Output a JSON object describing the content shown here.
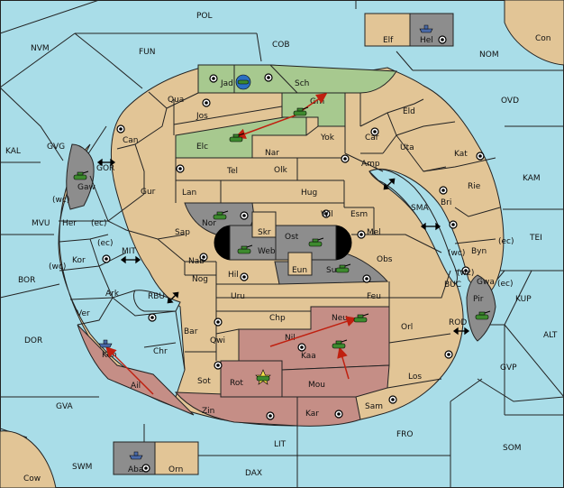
{
  "colors": {
    "sea": "#a9dde8",
    "neutral_land": "#e2c596",
    "green_power": "#a7c98f",
    "red_power": "#c58e86",
    "grey_power": "#8d8d8d",
    "army_green": "#3d8a2e",
    "fleet_blue": "#4a6aa8",
    "arrow_red": "#c02010"
  },
  "sea_labels": {
    "POL": "POL",
    "NVM": "NVM",
    "FUN": "FUN",
    "COB": "COB",
    "NOM": "NOM",
    "OVD": "OVD",
    "Con": "Con",
    "KAL": "KAL",
    "GVG": "GVG",
    "KAM": "KAM",
    "MVU": "MVU",
    "TEI": "TEI",
    "BOR": "BOR",
    "KUP": "KUP",
    "DOR": "DOR",
    "ALT": "ALT",
    "GVP": "GVP",
    "GVA": "GVA",
    "SOM": "SOM",
    "FRO": "FRO",
    "LIT": "LIT",
    "SWM": "SWM",
    "DAX": "DAX",
    "Cow": "Cow",
    "GOR": "GOR",
    "MIT": "MIT",
    "RBU": "RBU",
    "SMA": "SMA",
    "BUC": "BUC",
    "ROD": "ROD"
  },
  "land_labels": {
    "Elf": "Elf",
    "Hel": "Hel",
    "Jad": "Jad",
    "Sch": "Sch",
    "Grh": "Grh",
    "Qua": "Qua",
    "Jos": "Jos",
    "Can": "Can",
    "Elc": "Elc",
    "Nar": "Nar",
    "Yok": "Yok",
    "Car": "Car",
    "Eld": "Eld",
    "Uta": "Uta",
    "Kat": "Kat",
    "Tel": "Tel",
    "Olk": "Olk",
    "Amp": "Amp",
    "Gaw": "Gaw",
    "Gur": "Gur",
    "Lan": "Lan",
    "Hug": "Hug",
    "Rie": "Rie",
    "Bri": "Bri",
    "Her": "Her",
    "Nor": "Nor",
    "Wil": "Wil",
    "Esm": "Esm",
    "Sap": "Sap",
    "Skr": "Skr",
    "Ost": "Ost",
    "Mel": "Mel",
    "Byn": "Byn",
    "Kor": "Kor",
    "Web": "Web",
    "Nab": "Nab",
    "Eun": "Eun",
    "Obs": "Obs",
    "Hil": "Hil",
    "Sun": "Sun",
    "Gwa": "Gwa",
    "Ark": "Ark",
    "Nog": "Nog",
    "Uru": "Uru",
    "Feu": "Feu",
    "Pir": "Pir",
    "Ver": "Ver",
    "Chp": "Chp",
    "Neu": "Neu",
    "Orl": "Orl",
    "Bar": "Bar",
    "Qwi": "Qwi",
    "Nil": "Nil",
    "Chr": "Chr",
    "Ken": "Ken",
    "Kaa": "Kaa",
    "Los": "Los",
    "Sot": "Sot",
    "Rot": "Rot",
    "Ail": "Ail",
    "Mou": "Mou",
    "Zin": "Zin",
    "Kar": "Kar",
    "Sam": "Sam",
    "Aba": "Aba",
    "Orn": "Orn"
  },
  "coast_labels": {
    "gaw_wc": "(wc)",
    "her_ec": "(ec)",
    "kor_ec": "(ec)",
    "kor_wc": "(wc)",
    "byn_ec": "(ec)",
    "byn_wc": "(wc)",
    "gwa_wc": "(wc)",
    "gwa_ec": "(ec)"
  },
  "units": [
    {
      "type": "army",
      "power": "green",
      "province": "Grh"
    },
    {
      "type": "army",
      "power": "green",
      "province": "Elc"
    },
    {
      "type": "fleet",
      "power": "green",
      "province": "Jad"
    },
    {
      "type": "army",
      "power": "green",
      "province": "Gaw"
    },
    {
      "type": "fleet",
      "power": "grey",
      "province": "Hel"
    },
    {
      "type": "army",
      "power": "grey",
      "province": "Nor"
    },
    {
      "type": "army",
      "power": "grey",
      "province": "Web"
    },
    {
      "type": "army",
      "power": "grey",
      "province": "Ost"
    },
    {
      "type": "army",
      "power": "grey",
      "province": "Sun"
    },
    {
      "type": "army",
      "power": "grey",
      "province": "Pir"
    },
    {
      "type": "fleet",
      "power": "grey",
      "province": "Aba"
    },
    {
      "type": "fleet",
      "power": "red",
      "province": "Ken"
    },
    {
      "type": "army",
      "power": "red",
      "province": "Neu"
    },
    {
      "type": "army",
      "power": "red",
      "province": "Kaa"
    },
    {
      "type": "army",
      "power": "red",
      "province": "Rot"
    }
  ],
  "orders": [
    {
      "from": "Grh",
      "to": "Sch"
    },
    {
      "from": "Grh",
      "to": "Elc"
    },
    {
      "from": "Ail",
      "to": "Ken"
    },
    {
      "from": "Nil",
      "to": "Neu"
    },
    {
      "from": "Mou",
      "to": "Kaa"
    }
  ]
}
